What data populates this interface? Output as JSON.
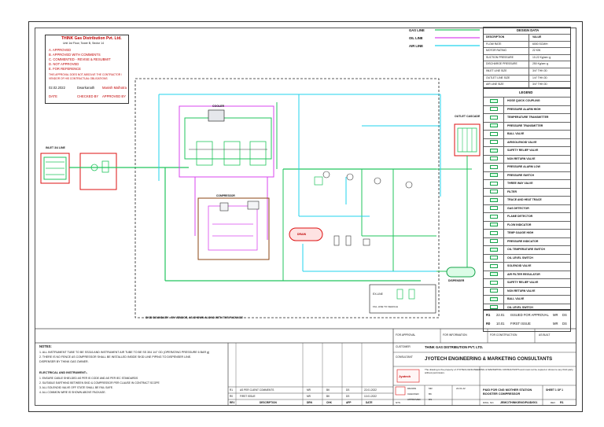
{
  "approval": {
    "company": "THINK Gas Distribution Pvt. Ltd.",
    "address": "Unit 1st Floor, Tower B, Sector 14",
    "items": [
      "A. APPROVED",
      "B. APPROVED WITH COMMENTS",
      "C. COMMENTED - REVISE & RESUBMIT",
      "D. NOT APPROVED",
      "E. FOR REFERENCE"
    ],
    "note": "THIS APPROVAL DOES NOT ABSOLVE THE CONTRACTOR / VENDOR OF HIS CONTRACTUAL OBLIGATIONS",
    "date": "02.02.2022",
    "signatory": "Dwarkanath",
    "reviewer": "Manish Malhotra",
    "date_label": "DATE",
    "checked_label": "CHECKED BY",
    "approved_label": "APPROVED BY"
  },
  "line_legend": [
    {
      "label": "GAS LINE",
      "color": "#22c55e"
    },
    {
      "label": "OIL LINE",
      "color": "#d946ef"
    },
    {
      "label": "AIR LINE",
      "color": "#22d3ee"
    }
  ],
  "design_data": {
    "title": "DESIGN DATA",
    "rows": [
      [
        "DESCRIPTION",
        "VALUE"
      ],
      [
        "FLOW RATE",
        "6000 SCM/H"
      ],
      [
        "MOTOR RATING",
        "22 KW"
      ],
      [
        "SUCTION PRESSURE",
        "10-22 Kg/cm² g"
      ],
      [
        "DISCHARGE PRESSURE",
        "250 Kg/cm² g"
      ],
      [
        "INLET LINE SIZE",
        "3/4\" THK 0D"
      ],
      [
        "OUTLET LINE SIZE",
        "1/4\" THK 0D"
      ],
      [
        "AIR LINE SIZE",
        "3/4\" THK 0D"
      ]
    ]
  },
  "symbol_legend": {
    "title": "LEGEND",
    "items": [
      "HOSE QUICK COUPLING",
      "PRESSURE ALARM HIGH",
      "TEMPERATURE TRANSMITTER",
      "PRESSURE TRANSMITTER",
      "BALL VALVE",
      "AIR/SOLENOID VALVE",
      "SAFETY RELIEF VALVE",
      "NON RETURN VALVE",
      "PRESSURE ALARM LOW",
      "PRESSURE SWITCH",
      "THREE WAY VALVE",
      "FILTER",
      "TRACE AND HEAT TRACE",
      "GAS DETECTOR",
      "FLAME DETECTOR",
      "FLOW INDICATOR",
      "TEMP GAUGE HIGH",
      "PRESSURE INDICATOR",
      "OIL TEMPERATURE SWITCH",
      "OIL LEVEL SWITCH",
      "SOLENOID VALVE",
      "AIR FILTER REGULATOR",
      "SAFETY RELIEF VALVE",
      "NON RETURN VALVE",
      "BALL VALVE",
      "OIL LEVEL SWITCH"
    ]
  },
  "diagram_labels": {
    "inlet": "INLET 3/4 LINE",
    "outlet": "OUTLET CASCADE",
    "dispenser": "DISPENSER",
    "cooler": "COOLER",
    "compressor": "COMPRESSOR",
    "drain": "DRAIN",
    "boundary_note": "SKID BOUNDARY - BY VENDOR, AS SHOWN ALONG WITH THE PACKAGE",
    "ex_note": "EX-LINE",
    "bypass_note": "FILL LINE TO VEHICLE"
  },
  "notes": {
    "title": "NOTES:",
    "lines": [
      "1. ALL INSTRUMENT TUBE TO BE SS316 AND INSTRUMENT AIR TUBE TO BE SS 304 1/4\" OD (OPERATING PRESSURE 6 BAR g)",
      "2. THERE IS NO FENCE AS COMPRESSOR SHALL BE INSTALLED INSIDE SKID LINE PIPING TO DISPENSER LINE.",
      "   DISPENSER BY THINK GAS OWNER."
    ],
    "sub_title": "ELECTRICAL AND INSTRUMENT:-",
    "sub_lines": [
      "1. ENSURE CABLE SHIELDED AS PER IS CODE AND AS PER IEC STANDARDS",
      "2. SUITABLE EARTHING BETWEEN SKID & COMPRESSOR PER CLAUSE IN CONTRACT SCOPE",
      "3. ALL SOLENOID VALVE OFF STATE SHALL BE FAIL SAFE.",
      "4. ALL COMMON WIRE IS SHOWN ABOVE PACKAGE."
    ]
  },
  "revisions": {
    "rows": [
      [
        "R1",
        "AS PER CLIENT COMMENTS",
        "MR",
        "BK",
        "DS",
        "22.01.2022"
      ],
      [
        "R0",
        "FIRST ISSUE",
        "MR",
        "BK",
        "DS",
        "10.01.2022"
      ]
    ],
    "headers": [
      "REV",
      "DESCRIPTION",
      "DRN",
      "CHK",
      "APP",
      "DATE"
    ]
  },
  "stamp_labels": [
    "FOR APPROVAL",
    "FOR INFORMATION",
    "FOR CONSTRUCTION",
    "AS BUILT"
  ],
  "title_block": {
    "client_label": "CUSTOMER",
    "client": "THINK GAS DISTRIBUTION PVT. LTD.",
    "consultant_label": "CONSULTANT",
    "consultant": "JYOTECH ENGINEERING & MARKETING CONSULTANTS",
    "logo_text": "Jyotech",
    "disclaimer": "The drawing is the property of JYOTECH ENGINEERING & MARKETING CONSULTANTS and must not be copied or shown to any third party without permission.",
    "drawn_label": "DRAWN",
    "checked_label": "CHECKED",
    "approved_label": "APPROVED",
    "drawn": "MR",
    "checked": "BK",
    "approved": "DS",
    "drawn_date": "22.01.22",
    "title": "P&ID FOR CNG MOTHER STATION BOOSTER COMPRESSOR",
    "drawing_no_label": "DWG. NO.",
    "drawing_no": "JEMC/THINK/ENG/P&ID/001",
    "sheet": "SHEET 1 OF 1",
    "rev_label": "REV",
    "rev": "R1",
    "scale": "NTS"
  },
  "revision_table_small": {
    "rows": [
      [
        "R1",
        "22.01",
        "ISSUED FOR APPROVAL",
        "MR",
        "DS"
      ],
      [
        "R0",
        "10.01",
        "FIRST ISSUE",
        "MR",
        "DS"
      ]
    ]
  }
}
